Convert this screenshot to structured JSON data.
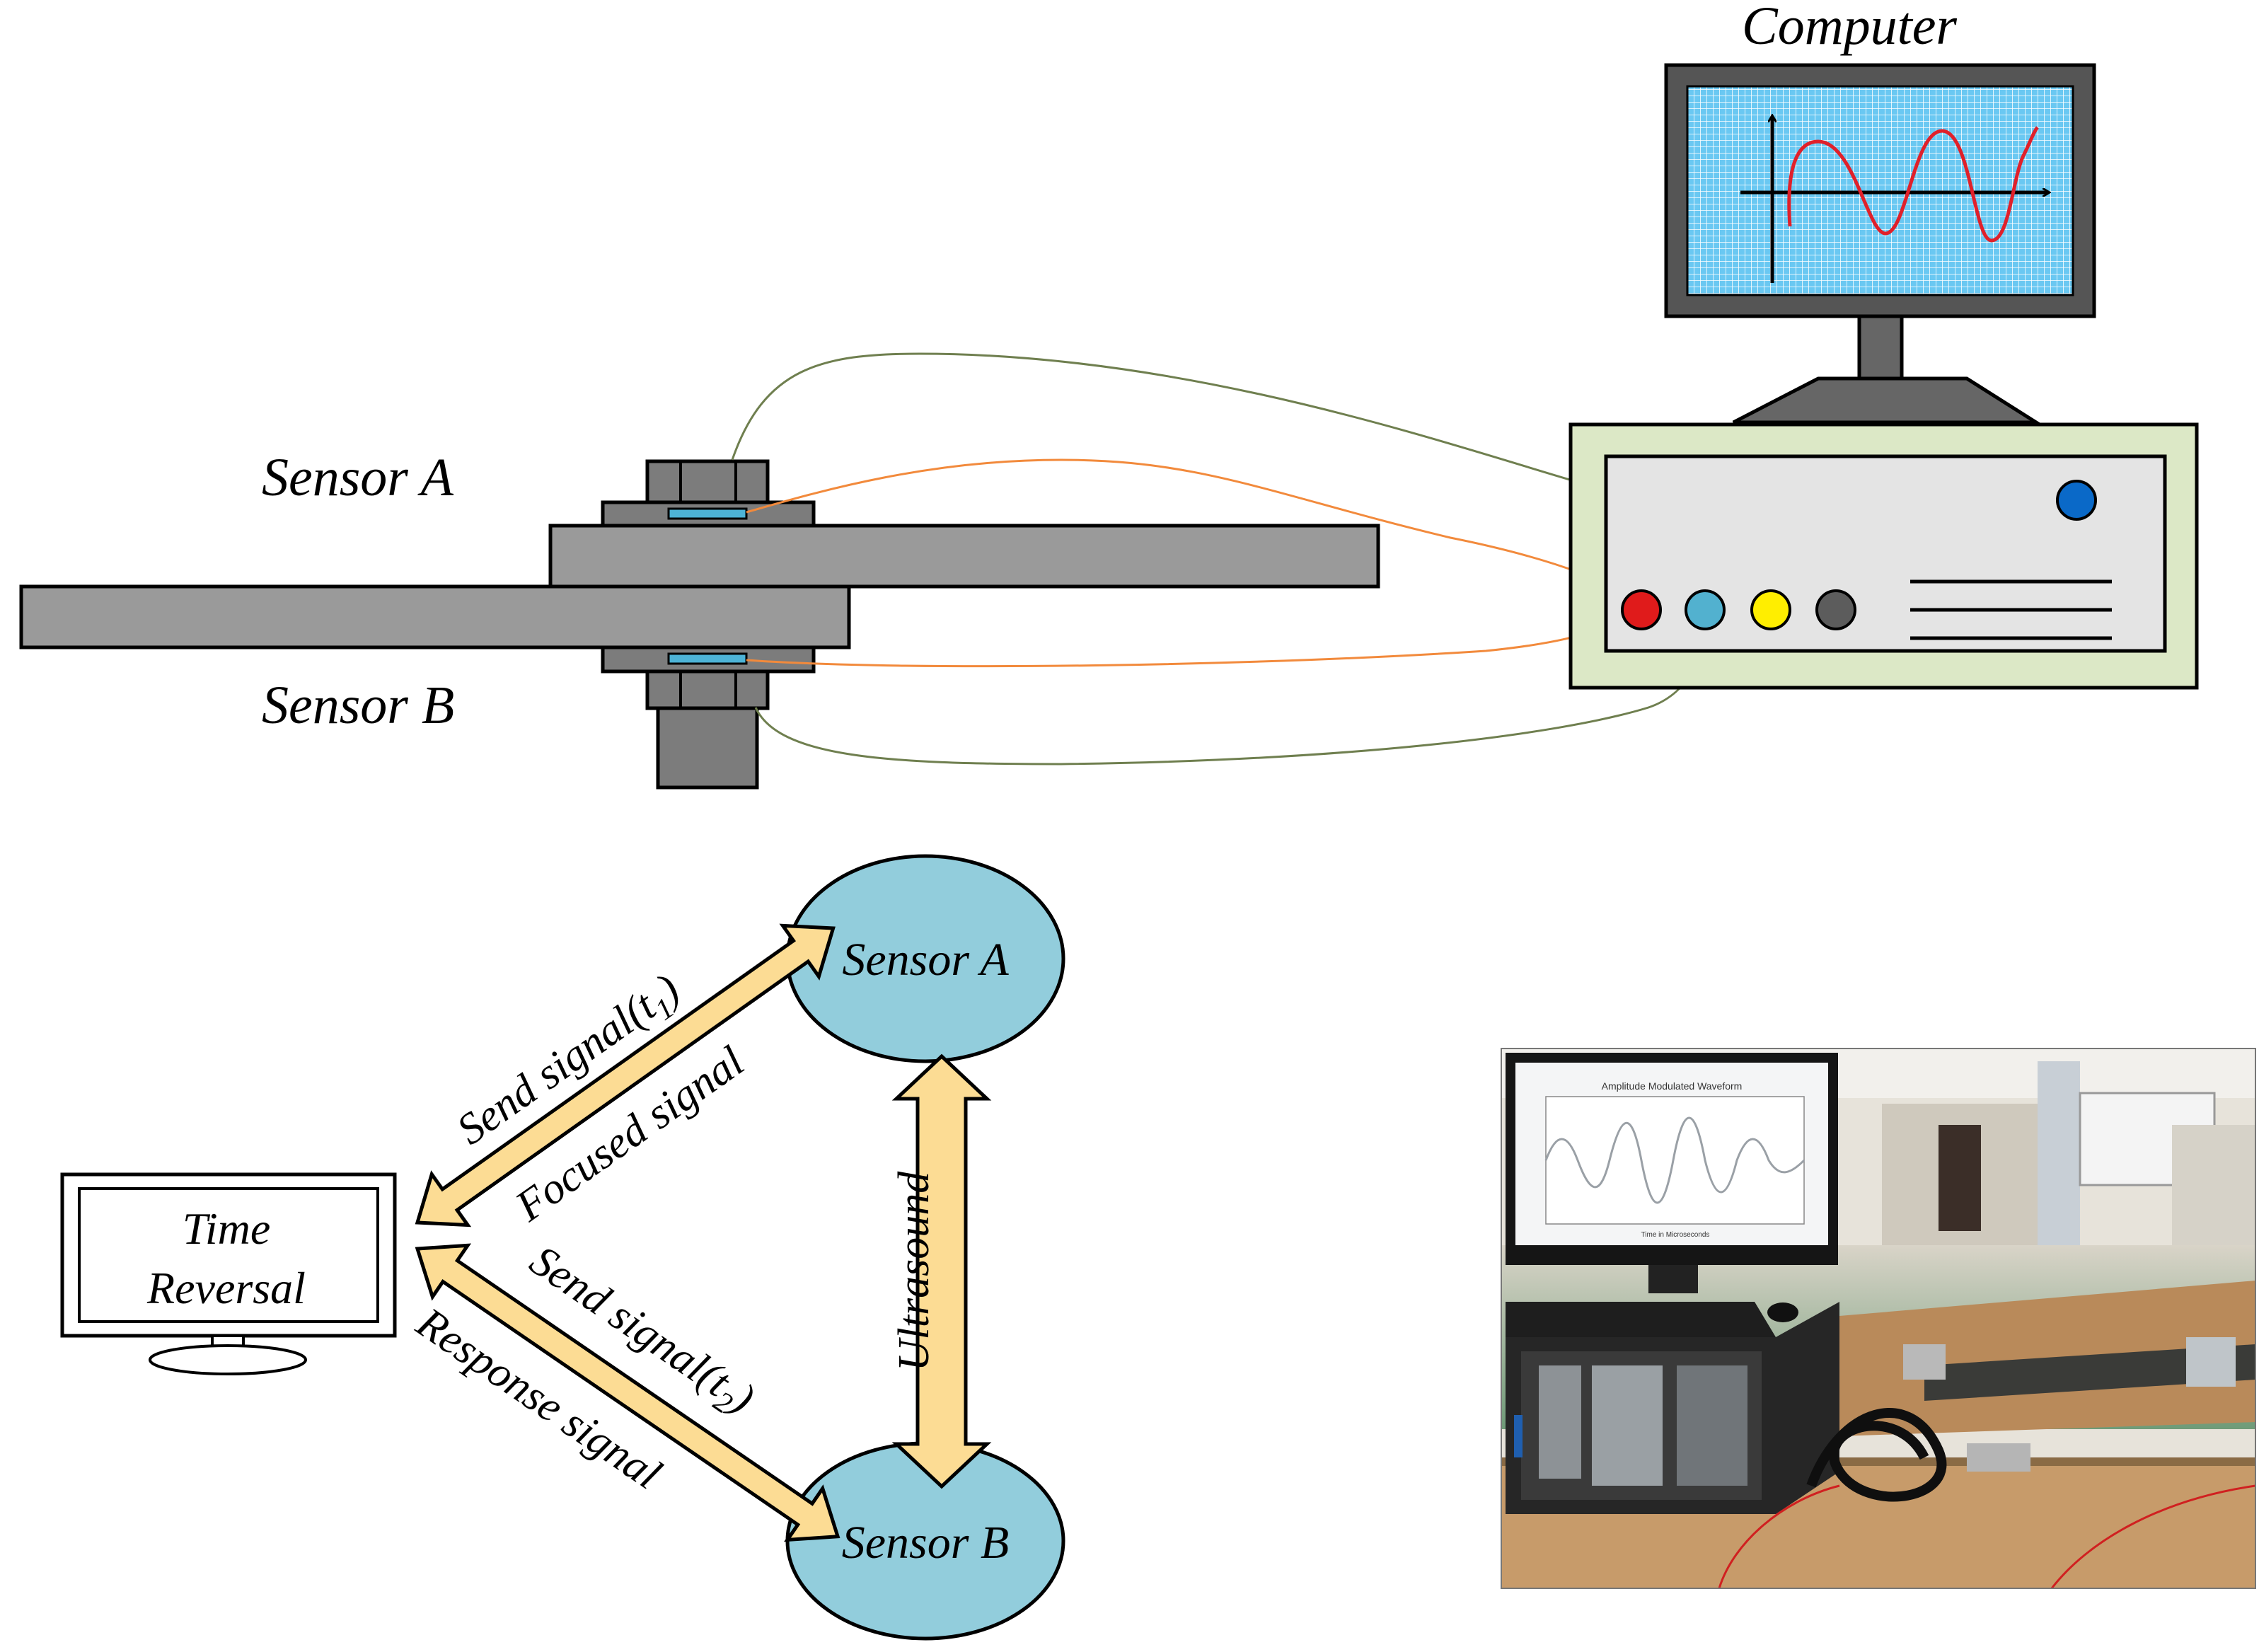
{
  "labels": {
    "computer": "Computer",
    "sensor_a_top": "Sensor A",
    "sensor_b_top": "Sensor B",
    "sensor_a_node": "Sensor A",
    "sensor_b_node": "Sensor B",
    "time_reversal_line1": "Time",
    "time_reversal_line2": "Reversal",
    "send_signal_t1": "Send signal(t",
    "send_signal_t1_sub": "1",
    "send_signal_t1_close": ")",
    "focused_signal": "Focused signal",
    "send_signal_t2": "Send signal(t",
    "send_signal_t2_sub": "2",
    "send_signal_t2_close": ")",
    "response_signal": "Response signal",
    "ultrasound": "Ultrasound",
    "photo_screen_title": "Amplitude Modulated Waveform",
    "photo_screen_xlabel": "Time in Microseconds"
  },
  "colors": {
    "sensor_node_fill": "#92cddc",
    "arrow_fill": "#fcdc94",
    "monitor_screen": "#5ec3f0",
    "waveform": "#e0202a",
    "device_outer": "#dce8c6",
    "device_inner": "#e4e4e4",
    "plate_gray": "#9a9a9a",
    "bolt_gray": "#7c7c7c",
    "sensor_strip": "#4db3d6",
    "wire_orange": "#f28a3c",
    "wire_green": "#6f7f4f",
    "button_red": "#e01b1b",
    "button_cyan": "#52b1cf",
    "button_yellow": "#ffee00",
    "button_gray": "#5c5c5c",
    "button_blue": "#0a69c8"
  },
  "icons": {
    "computer": "desktop-computer-icon",
    "time_reversal": "monitor-icon",
    "photo": "experiment-photo"
  }
}
